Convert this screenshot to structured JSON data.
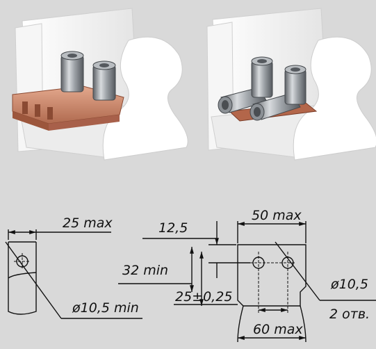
{
  "photos": {
    "left": {
      "caption": ""
    },
    "right": {
      "caption": ""
    }
  },
  "drawing": {
    "left_view": {
      "width_label": "25 max",
      "hole_label": "ø10,5 min"
    },
    "right_view": {
      "dim_12_5": "12,5",
      "dim_32_min": "32 min",
      "dim_25_tol": "25±0,25",
      "dim_50_max": "50 max",
      "dim_60_max": "60 max",
      "hole_label": "ø10,5",
      "holes_count": "2 отв."
    }
  },
  "colors": {
    "background": "#d9d9d9",
    "insulator": "#f3f3f3",
    "copper": "#c9876b",
    "steel": "#9ea3a8",
    "line": "#111111"
  }
}
